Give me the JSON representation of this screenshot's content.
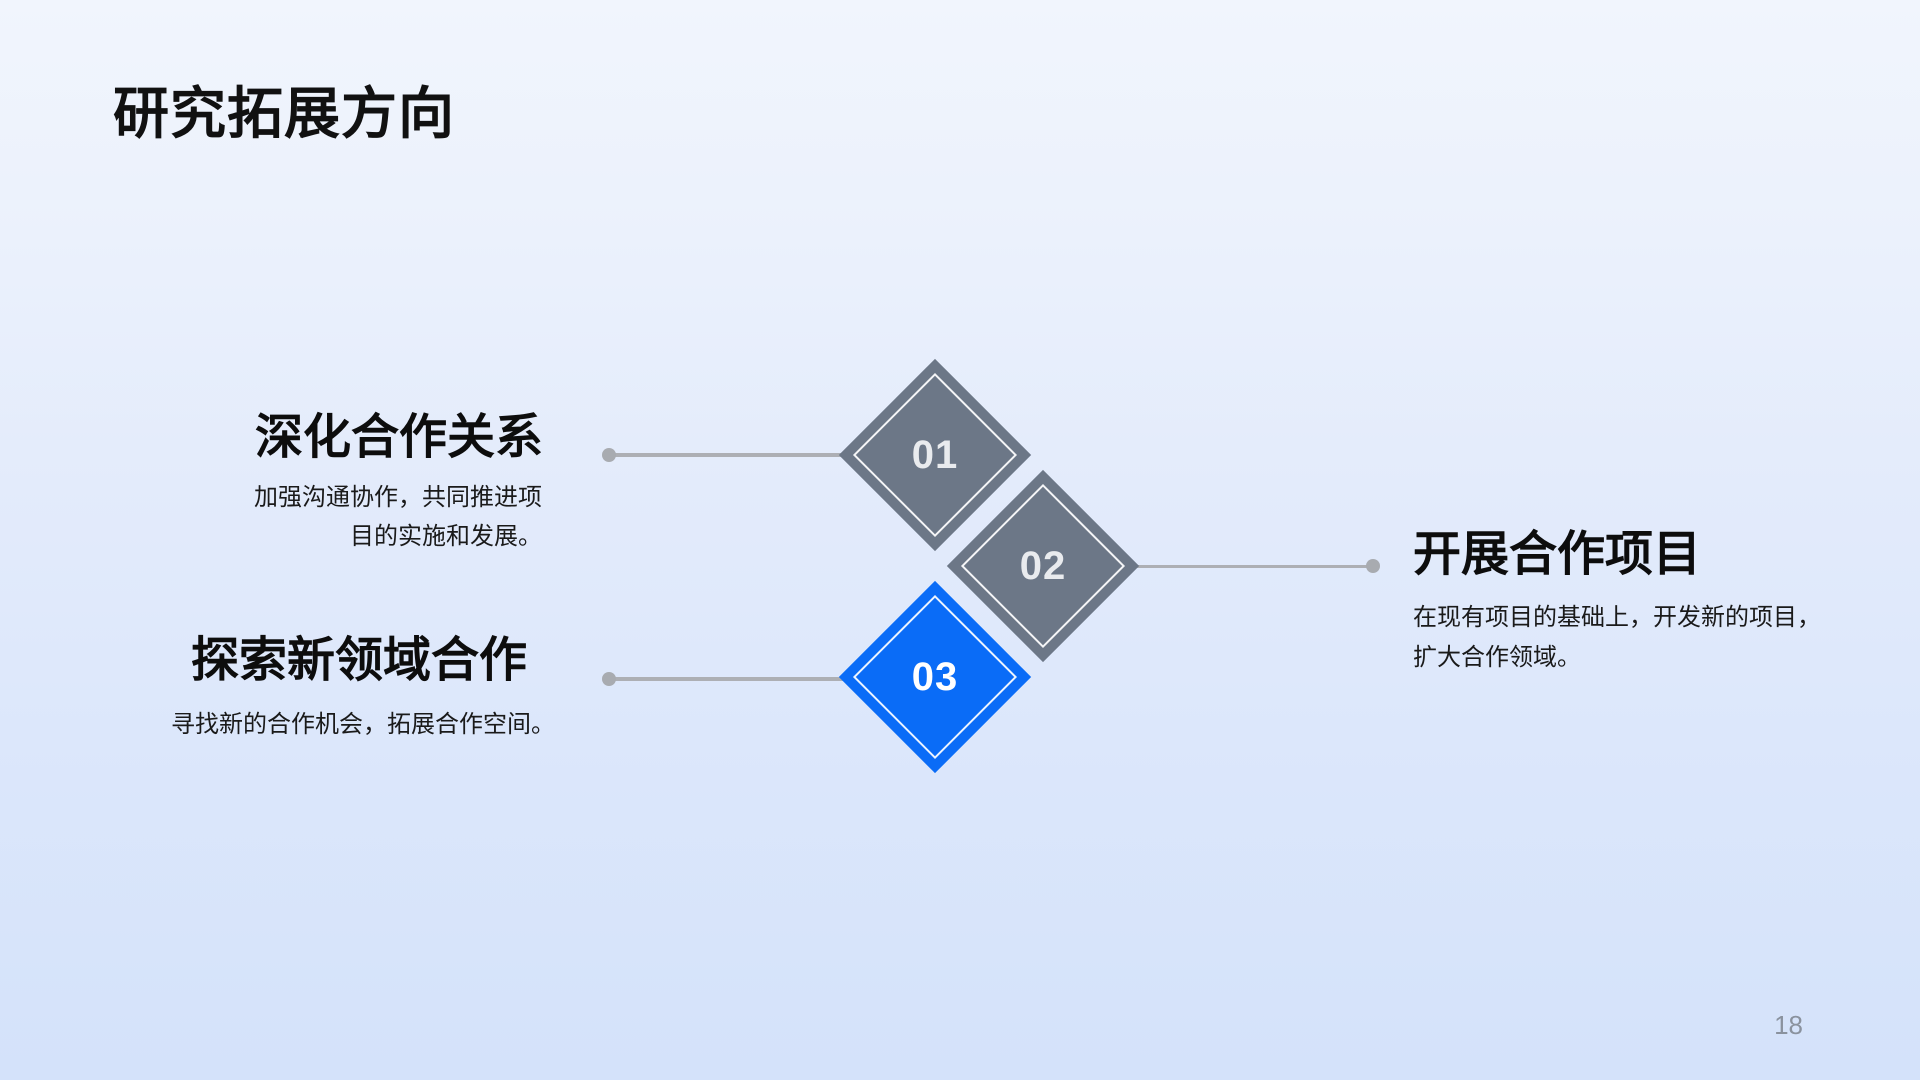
{
  "slide": {
    "title": "研究拓展方向",
    "page_number": "18",
    "items": [
      {
        "number": "01",
        "heading": "深化合作关系",
        "body_lines": [
          "加强沟通协作，共同推进项",
          "目的实施和发展。"
        ],
        "side": "left"
      },
      {
        "number": "02",
        "heading": "开展合作项目",
        "body_lines": [
          "在现有项目的基础上，开发新的项目，",
          "扩大合作领域。"
        ],
        "side": "right"
      },
      {
        "number": "03",
        "heading": "探索新领域合作",
        "body_lines": [
          "寻找新的合作机会，拓展合作空间。"
        ],
        "side": "left"
      }
    ],
    "colors": {
      "background_top": "#F1F5FD",
      "background_bottom": "#D4E2FA",
      "diamond_gray": "#6C7787",
      "diamond_blue": "#0A6CF7",
      "diamond_inner_border": "#FFFFFF",
      "connector_line": "#ADAFB4",
      "connector_dot": "#A8ABB0",
      "title_text": "#111111",
      "heading_text": "#0D0D0D",
      "body_text": "#1A1A1A",
      "number_text_gray_diamond": "#E9EBEE",
      "number_text_blue_diamond": "#FFFFFF",
      "page_number_text": "#8A929E"
    }
  }
}
